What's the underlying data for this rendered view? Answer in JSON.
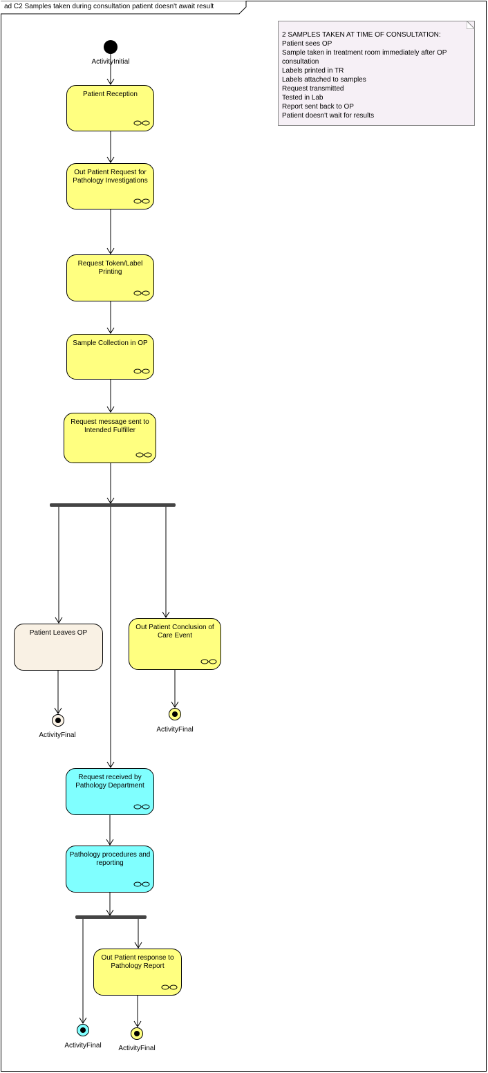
{
  "diagram": {
    "title": "ad C2 Samples taken during consultation patient doesn't await result"
  },
  "note": {
    "lines": [
      "2 SAMPLES TAKEN AT TIME OF CONSULTATION:",
      "Patient sees OP",
      "Sample taken in treatment room immediately after OP",
      "consultation",
      "Labels printed in TR",
      "Labels attached to samples",
      "Request transmitted",
      "Tested in Lab",
      "Report sent back to OP",
      "Patient doesn't wait for results"
    ]
  },
  "nodes": {
    "initial": {
      "label": "ActivityInitial"
    },
    "patient_reception": {
      "label": "Patient Reception"
    },
    "op_request": {
      "label": "Out Patient Request for Pathology Investigations"
    },
    "token_printing": {
      "label": "Request Token/Label Printing"
    },
    "sample_collection": {
      "label": "Sample Collection in OP"
    },
    "request_message": {
      "label": "Request message sent to Intended Fulfiller"
    },
    "patient_leaves": {
      "label": "Patient Leaves OP"
    },
    "conclusion": {
      "label": "Out Patient Conclusion of Care Event"
    },
    "request_received": {
      "label": "Request received by Pathology Department"
    },
    "pathology_procedures": {
      "label": "Pathology procedures and reporting"
    },
    "op_response": {
      "label": "Out Patient response to Pathology Report"
    }
  },
  "finals": {
    "after_leave": {
      "label": "ActivityFinal"
    },
    "after_conclusion": {
      "label": "ActivityFinal"
    },
    "after_pathology": {
      "label": "ActivityFinal"
    },
    "after_response": {
      "label": "ActivityFinal"
    }
  },
  "colors": {
    "action_yellow": "#ffff80",
    "action_cyan": "#80ffff",
    "action_cream": "#f9f1e4",
    "note_background": "#f6f0f6",
    "fork_bar": "#444444"
  },
  "icons": {
    "subactivity": "rake-icon",
    "note_corner": "folded-corner-icon"
  }
}
